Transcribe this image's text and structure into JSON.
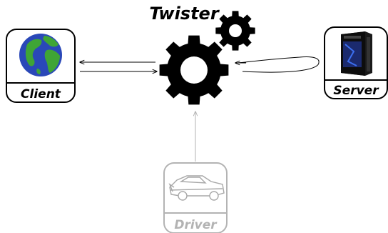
{
  "diagram": {
    "title": "Twister",
    "nodes": {
      "client": {
        "label": "Client",
        "icon": "globe-icon"
      },
      "server": {
        "label": "Server",
        "icon": "computer-tower-icon"
      },
      "driver": {
        "label": "Driver",
        "icon": "car-icon"
      }
    },
    "hub_icons": [
      "gear-large-icon",
      "gear-small-icon"
    ],
    "colors": {
      "stroke": "#000000",
      "driver_stroke": "#b3b3b3",
      "globe_ocean": "#2a48b8",
      "globe_land": "#3fa535"
    }
  }
}
